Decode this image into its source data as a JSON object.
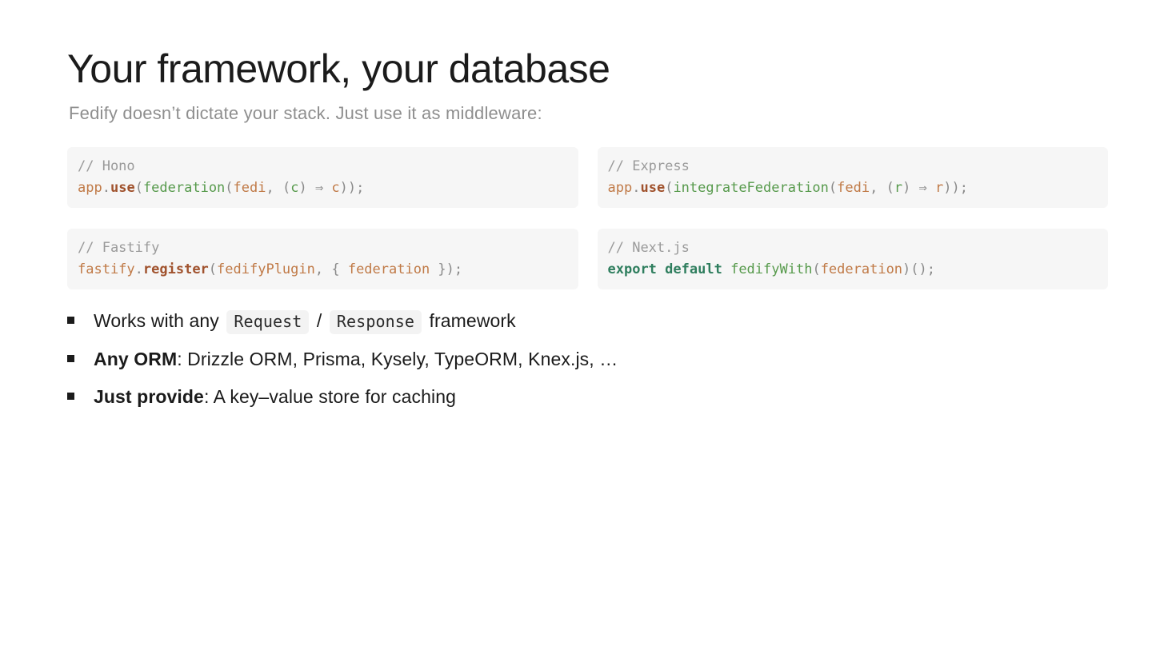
{
  "slide": {
    "title": "Your framework, your database",
    "subtitle": "Fedify doesn’t dictate your stack. Just use it as middleware:"
  },
  "colors": {
    "code_background": "#f6f6f6",
    "inline_code_background": "#f3f3f3",
    "comment": "#9a9a9a",
    "punctuation": "#8a8a8a",
    "variable_orange": "#c07a47",
    "method_brown": "#a0522d",
    "function_green": "#579a4c",
    "keyword_teal": "#2f7e5e",
    "body_text": "#1b1b1b",
    "subtitle_gray": "#8e8e8e"
  },
  "code_blocks": [
    {
      "id": "hono",
      "comment": "// Hono",
      "code_plain": "app.use(federation(fedi, (c) ⇒ c));",
      "tokens": [
        {
          "text": "app",
          "type": "variable"
        },
        {
          "text": ".",
          "type": "punct"
        },
        {
          "text": "use",
          "type": "method"
        },
        {
          "text": "(",
          "type": "punct"
        },
        {
          "text": "federation",
          "type": "function"
        },
        {
          "text": "(",
          "type": "punct"
        },
        {
          "text": "fedi",
          "type": "variable"
        },
        {
          "text": ", (",
          "type": "punct"
        },
        {
          "text": "c",
          "type": "param"
        },
        {
          "text": ") ⇒ ",
          "type": "punct"
        },
        {
          "text": "c",
          "type": "variable"
        },
        {
          "text": "));",
          "type": "punct"
        }
      ]
    },
    {
      "id": "express",
      "comment": "// Express",
      "code_plain": "app.use(integrateFederation(fedi, (r) ⇒ r));",
      "tokens": [
        {
          "text": "app",
          "type": "variable"
        },
        {
          "text": ".",
          "type": "punct"
        },
        {
          "text": "use",
          "type": "method"
        },
        {
          "text": "(",
          "type": "punct"
        },
        {
          "text": "integrateFederation",
          "type": "function"
        },
        {
          "text": "(",
          "type": "punct"
        },
        {
          "text": "fedi",
          "type": "variable"
        },
        {
          "text": ", (",
          "type": "punct"
        },
        {
          "text": "r",
          "type": "param"
        },
        {
          "text": ") ⇒ ",
          "type": "punct"
        },
        {
          "text": "r",
          "type": "variable"
        },
        {
          "text": "));",
          "type": "punct"
        }
      ]
    },
    {
      "id": "fastify",
      "comment": "// Fastify",
      "code_plain": "fastify.register(fedifyPlugin, { federation });",
      "tokens": [
        {
          "text": "fastify",
          "type": "variable"
        },
        {
          "text": ".",
          "type": "punct"
        },
        {
          "text": "register",
          "type": "method"
        },
        {
          "text": "(",
          "type": "punct"
        },
        {
          "text": "fedifyPlugin",
          "type": "variable"
        },
        {
          "text": ", { ",
          "type": "punct"
        },
        {
          "text": "federation",
          "type": "variable"
        },
        {
          "text": " });",
          "type": "punct"
        }
      ]
    },
    {
      "id": "nextjs",
      "comment": "// Next.js",
      "code_plain": "export default fedifyWith(federation)();",
      "tokens": [
        {
          "text": "export",
          "type": "keyword"
        },
        {
          "text": " ",
          "type": "punct"
        },
        {
          "text": "default",
          "type": "keyword"
        },
        {
          "text": " ",
          "type": "punct"
        },
        {
          "text": "fedifyWith",
          "type": "function"
        },
        {
          "text": "(",
          "type": "punct"
        },
        {
          "text": "federation",
          "type": "variable"
        },
        {
          "text": ")();",
          "type": "punct"
        }
      ]
    }
  ],
  "bullets": [
    {
      "id": "works-with-any-framework",
      "segments": [
        {
          "text": "Works with any ",
          "style": "plain"
        },
        {
          "text": "Request",
          "style": "code"
        },
        {
          "text": " / ",
          "style": "plain"
        },
        {
          "text": "Response",
          "style": "code"
        },
        {
          "text": " framework",
          "style": "plain"
        }
      ]
    },
    {
      "id": "any-orm",
      "segments": [
        {
          "text": "Any ORM",
          "style": "bold"
        },
        {
          "text": ": Drizzle ORM, Prisma, Kysely, TypeORM, Knex.js, …",
          "style": "plain"
        }
      ]
    },
    {
      "id": "just-provide",
      "segments": [
        {
          "text": "Just provide",
          "style": "bold"
        },
        {
          "text": ": A key–value store for caching",
          "style": "plain"
        }
      ]
    }
  ]
}
